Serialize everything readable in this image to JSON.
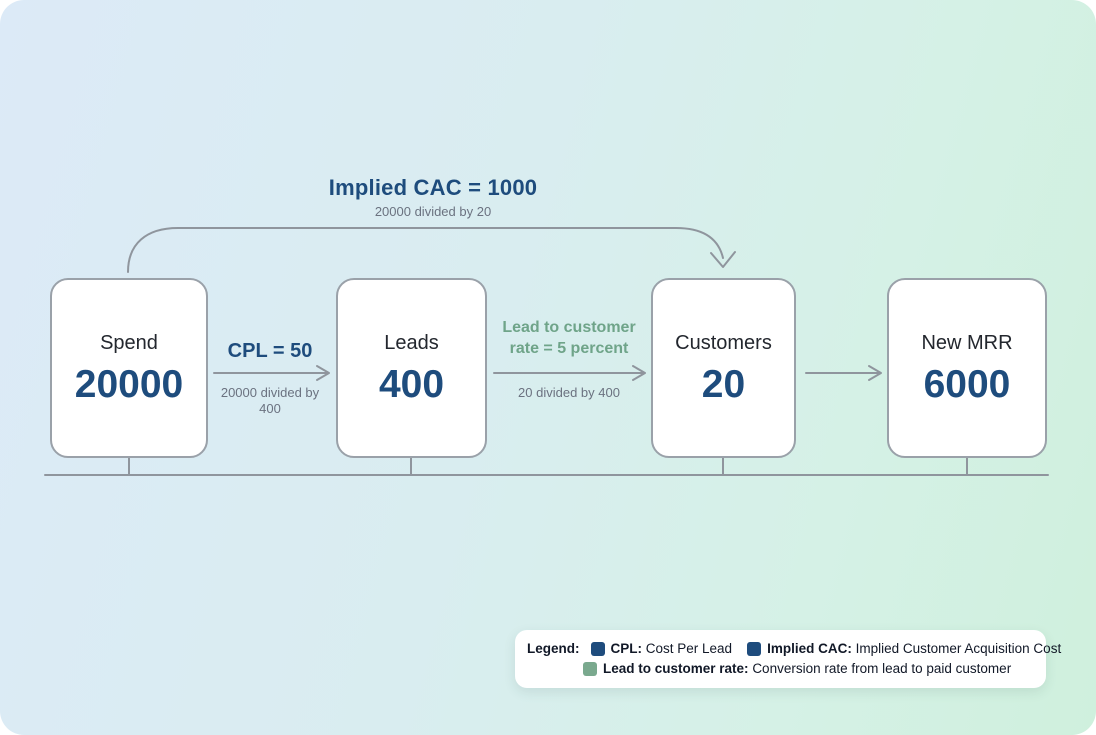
{
  "diagram": {
    "cac_annotation": {
      "title": "Implied CAC = 1000",
      "subtitle": "20000 divided by 20"
    },
    "nodes": [
      {
        "label": "Spend",
        "value": "20000"
      },
      {
        "label": "Leads",
        "value": "400"
      },
      {
        "label": "Customers",
        "value": "20"
      },
      {
        "label": "New MRR",
        "value": "6000"
      }
    ],
    "edges": [
      {
        "title": "CPL = 50",
        "subtitle": "20000 divided by 400"
      },
      {
        "title": "Lead to customer rate = 5 percent",
        "subtitle": "20 divided by 400"
      },
      {
        "title": "",
        "subtitle": ""
      }
    ]
  },
  "legend": {
    "label": "Legend:",
    "items": [
      {
        "term": "CPL:",
        "definition": "Cost Per Lead",
        "color": "#1e4c7d"
      },
      {
        "term": "Implied CAC:",
        "definition": "Implied Customer Acquisition Cost",
        "color": "#1e4c7d"
      },
      {
        "term": "Lead to customer rate:",
        "definition": "Conversion rate from lead to paid customer",
        "color": "#7aa98e"
      }
    ]
  },
  "colors": {
    "accent_navy": "#1e4c7d",
    "accent_green": "#6fa489",
    "line_gray": "#8f959d",
    "muted_text": "#6b7280",
    "bg_start": "#dceaf7",
    "bg_end": "#cff0dd"
  }
}
